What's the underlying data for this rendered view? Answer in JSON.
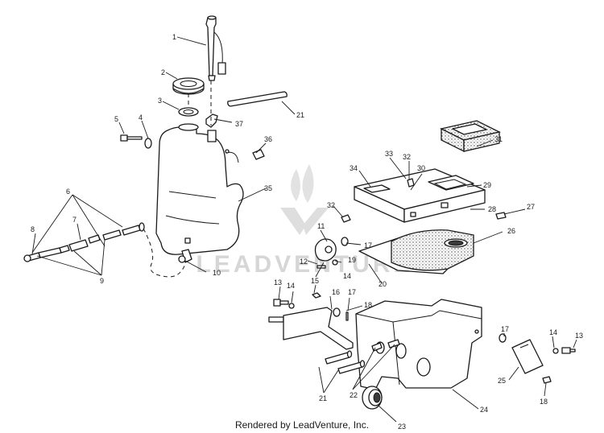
{
  "watermark": "LEADVENTURE",
  "footer": "Rendered by LeadVenture, Inc.",
  "callouts": [
    "1",
    "2",
    "3",
    "4",
    "5",
    "6",
    "7",
    "8",
    "9",
    "10",
    "11",
    "12",
    "13",
    "14",
    "15",
    "16",
    "17",
    "18",
    "19",
    "20",
    "21",
    "22",
    "23",
    "24",
    "25",
    "26",
    "27",
    "28",
    "29",
    "30",
    "31",
    "32",
    "33",
    "34",
    "35",
    "36",
    "37"
  ],
  "colors": {
    "line": "#1a1a1a",
    "watermark": "#d6d6d6",
    "background": "#ffffff"
  }
}
